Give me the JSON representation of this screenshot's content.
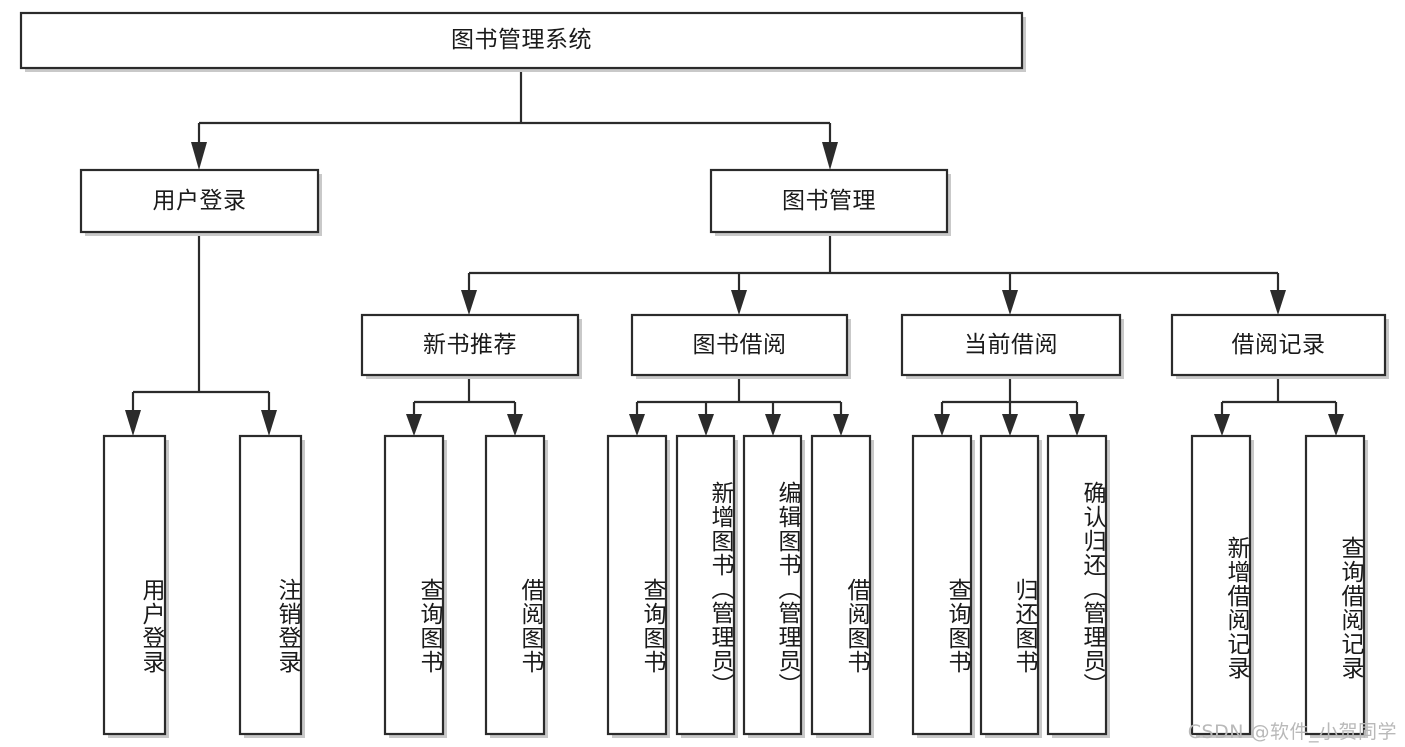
{
  "diagram": {
    "type": "hierarchy-tree",
    "root": {
      "id": "root",
      "label": "图书管理系统",
      "orientation": "horizontal"
    },
    "level2": [
      {
        "id": "user-login",
        "label": "用户登录",
        "orientation": "horizontal"
      },
      {
        "id": "book-management",
        "label": "图书管理",
        "orientation": "horizontal"
      }
    ],
    "level3": [
      {
        "id": "new-book-recommend",
        "label": "新书推荐",
        "orientation": "horizontal",
        "parent": "book-management"
      },
      {
        "id": "book-borrow",
        "label": "图书借阅",
        "orientation": "horizontal",
        "parent": "book-management"
      },
      {
        "id": "current-borrow",
        "label": "当前借阅",
        "orientation": "horizontal",
        "parent": "book-management"
      },
      {
        "id": "borrow-record",
        "label": "借阅记录",
        "orientation": "horizontal",
        "parent": "book-management"
      }
    ],
    "leaves": [
      {
        "id": "leaf-user-login",
        "label": "用户登录",
        "orientation": "vertical",
        "parent": "user-login"
      },
      {
        "id": "leaf-logout",
        "label": "注销登录",
        "orientation": "vertical",
        "parent": "user-login"
      },
      {
        "id": "leaf-query-book-1",
        "label": "查询图书",
        "orientation": "vertical",
        "parent": "new-book-recommend"
      },
      {
        "id": "leaf-borrow-book-1",
        "label": "借阅图书",
        "orientation": "vertical",
        "parent": "new-book-recommend"
      },
      {
        "id": "leaf-query-book-2",
        "label": "查询图书",
        "orientation": "vertical",
        "parent": "book-borrow"
      },
      {
        "id": "leaf-add-book",
        "label": "新增图书（管理员）",
        "orientation": "vertical",
        "parent": "book-borrow"
      },
      {
        "id": "leaf-edit-book",
        "label": "编辑图书（管理员）",
        "orientation": "vertical",
        "parent": "book-borrow"
      },
      {
        "id": "leaf-borrow-book-2",
        "label": "借阅图书",
        "orientation": "vertical",
        "parent": "book-borrow"
      },
      {
        "id": "leaf-query-book-3",
        "label": "查询图书",
        "orientation": "vertical",
        "parent": "current-borrow"
      },
      {
        "id": "leaf-return-book",
        "label": "归还图书",
        "orientation": "vertical",
        "parent": "current-borrow"
      },
      {
        "id": "leaf-confirm-return",
        "label": "确认归还（管理员）",
        "orientation": "vertical",
        "parent": "current-borrow"
      },
      {
        "id": "leaf-add-record",
        "label": "新增借阅记录",
        "orientation": "vertical",
        "parent": "borrow-record"
      },
      {
        "id": "leaf-query-record",
        "label": "查询借阅记录",
        "orientation": "vertical",
        "parent": "borrow-record"
      }
    ]
  },
  "watermark": {
    "text": "CSDN @软件_小贺同学"
  },
  "colors": {
    "background": "#ffffff",
    "box_stroke": "#2b2b2b",
    "box_fill": "#ffffff",
    "text": "#1a1a1a",
    "shadow": "#c9c9c9",
    "watermark": "#b9b9b9"
  }
}
